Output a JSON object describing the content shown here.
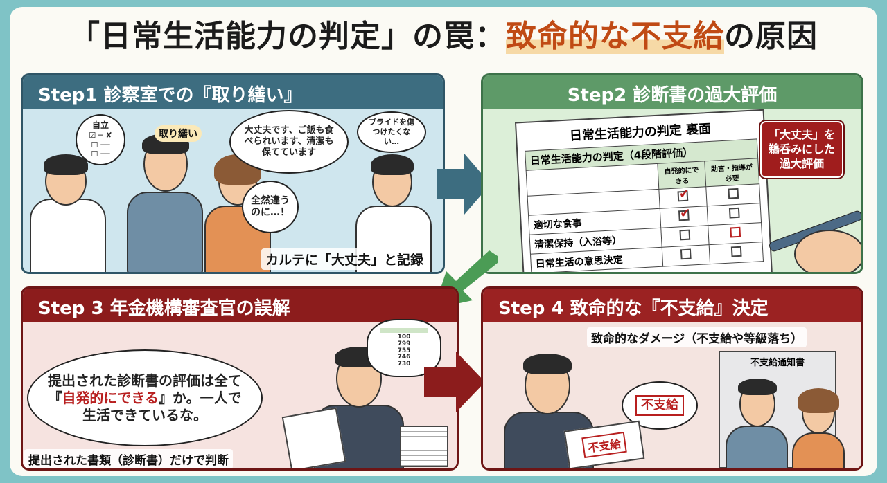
{
  "title": {
    "prefix": "「日常生活能力の判定」の罠：",
    "highlight": "致命的な不支給",
    "suffix": "の原因"
  },
  "step1": {
    "header": "Step1  診察室での『取り繕い』",
    "thought_doc": "自立",
    "label_toritsukuroi": "取り繕い",
    "speech_patient": "大丈夫です、ご飯も食べられいます、清潔も保てています",
    "thought_wife": "全然違うのに…！",
    "thought_doctor": "プライドを傷つけたくない…",
    "caption": "カルテに「大丈夫」と記録"
  },
  "step2": {
    "header": "Step2  診断書の過大評価",
    "doc_title": "日常生活能力の判定  裏面",
    "table_title": "日常生活能力の判定（4段階評価）",
    "col_headers": [
      "自発的にできる",
      "助言・指導が必要"
    ],
    "rows": [
      {
        "label": "",
        "checks": [
          true,
          false
        ]
      },
      {
        "label": "適切な食事",
        "checks": [
          true,
          false
        ]
      },
      {
        "label": "清潔保持（入浴等）",
        "checks": [
          false,
          false
        ]
      },
      {
        "label": "日常生活の意思決定",
        "checks": [
          false,
          false
        ]
      }
    ],
    "callout": "「大丈夫」を鵜呑みにした過大評価"
  },
  "step3": {
    "header": "Step 3  年金機構審査官の誤解",
    "speech_before": "提出された診断書の評価は全て『",
    "speech_highlight": "自発的にできる",
    "speech_after": "』か。一人で生活できているな。",
    "table_values": [
      "100",
      "799",
      "755",
      "746",
      "730"
    ],
    "caption": "提出された書類（診断書）だけで判断"
  },
  "step4": {
    "header": "Step 4  致命的な『不支給』決定",
    "damage": "致命的なダメージ（不支給や等級落ち）",
    "speech": "不支給",
    "notice": "不支給通知書",
    "stamp": "不支給"
  },
  "colors": {
    "step1": "#3d6d80",
    "step2": "#5e9a68",
    "step3": "#8c1c1c",
    "step4": "#9b2222",
    "accent": "#c04a14"
  }
}
